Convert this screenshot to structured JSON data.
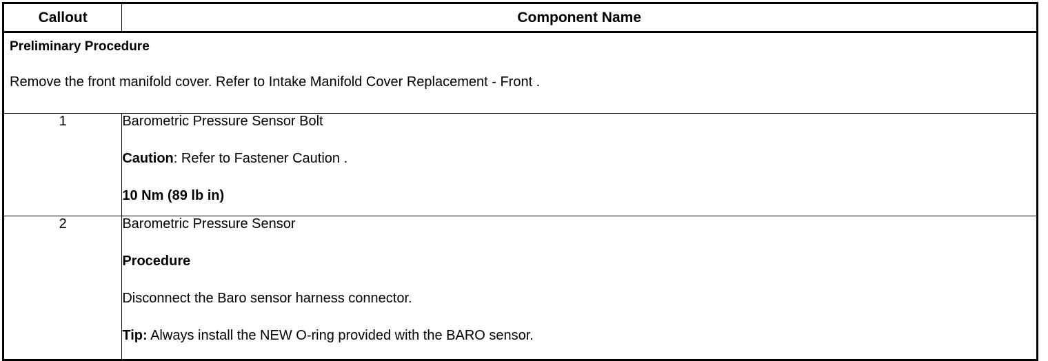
{
  "table": {
    "headers": {
      "callout": "Callout",
      "component_name": "Component Name"
    },
    "preliminary": {
      "title": "Preliminary Procedure",
      "text": "Remove the front manifold cover. Refer to Intake Manifold Cover Replacement - Front ."
    },
    "rows": [
      {
        "callout": "1",
        "name": "Barometric Pressure Sensor Bolt",
        "caution_label": "Caution",
        "caution_text": ": Refer to Fastener Caution .",
        "torque": "10 Nm (89 lb in)"
      },
      {
        "callout": "2",
        "name": "Barometric Pressure Sensor",
        "procedure_label": "Procedure",
        "procedure_step": "Disconnect the Baro sensor harness connector.",
        "tip_label": "Tip:",
        "tip_text": " Always install the NEW O-ring provided with the BARO sensor."
      }
    ]
  },
  "colors": {
    "border": "#000000",
    "text": "#000000",
    "background": "#ffffff"
  }
}
